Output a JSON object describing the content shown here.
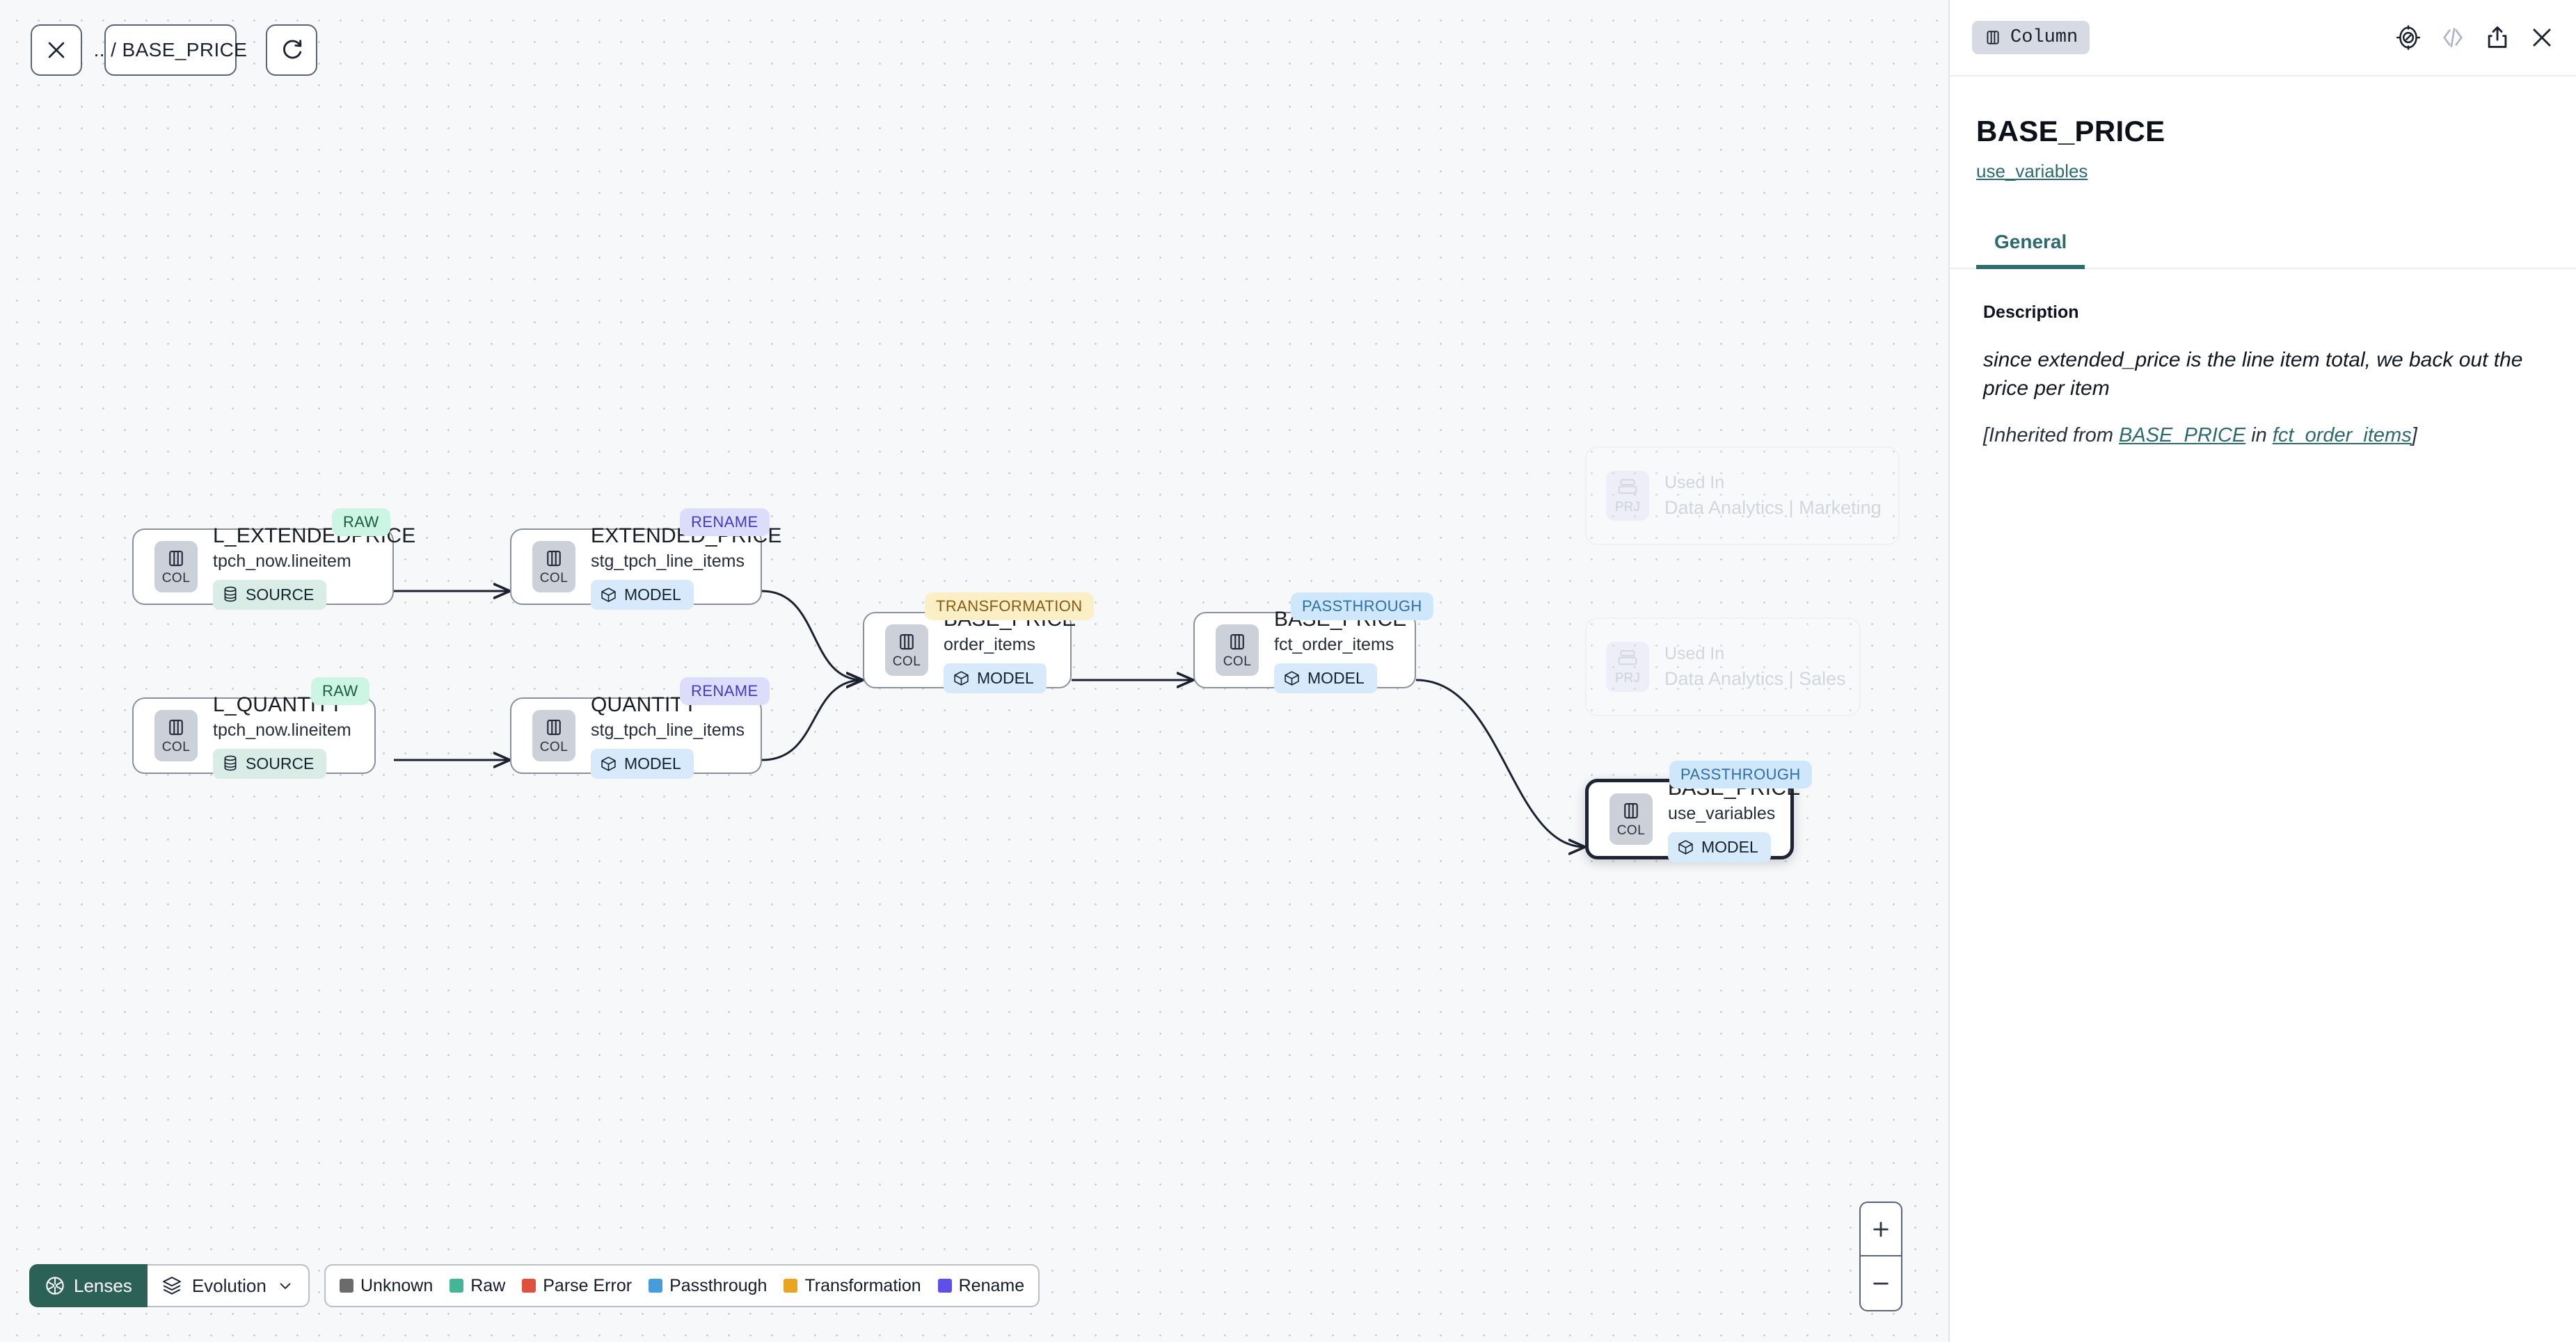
{
  "toolbar": {
    "close_icon": "close-icon",
    "breadcrumb": ".. / BASE_PRICE",
    "refresh_icon": "refresh-icon"
  },
  "canvas": {
    "nodes": [
      {
        "badge": "RAW",
        "badge_type": "raw",
        "icon_label": "COL",
        "title": "L_EXTENDEDPRICE",
        "subtitle": "tpch_now.lineitem",
        "chip": "SOURCE",
        "chip_type": "source"
      },
      {
        "badge": "RAW",
        "badge_type": "raw",
        "icon_label": "COL",
        "title": "L_QUANTITY",
        "subtitle": "tpch_now.lineitem",
        "chip": "SOURCE",
        "chip_type": "source"
      },
      {
        "badge": "RENAME",
        "badge_type": "rename",
        "icon_label": "COL",
        "title": "EXTENDED_PRICE",
        "subtitle": "stg_tpch_line_items",
        "chip": "MODEL",
        "chip_type": "model"
      },
      {
        "badge": "RENAME",
        "badge_type": "rename",
        "icon_label": "COL",
        "title": "QUANTITY",
        "subtitle": "stg_tpch_line_items",
        "chip": "MODEL",
        "chip_type": "model"
      },
      {
        "badge": "TRANSFORMATION",
        "badge_type": "transformation",
        "icon_label": "COL",
        "title": "BASE_PRICE",
        "subtitle": "order_items",
        "chip": "MODEL",
        "chip_type": "model"
      },
      {
        "badge": "PASSTHROUGH",
        "badge_type": "passthrough",
        "icon_label": "COL",
        "title": "BASE_PRICE",
        "subtitle": "fct_order_items",
        "chip": "MODEL",
        "chip_type": "model"
      },
      {
        "badge": "PASSTHROUGH",
        "badge_type": "passthrough",
        "icon_label": "COL",
        "title": "BASE_PRICE",
        "subtitle": "use_variables",
        "chip": "MODEL",
        "chip_type": "model",
        "selected": true
      }
    ],
    "ghost_nodes": [
      {
        "icon_label": "PRJ",
        "top": "Used In",
        "main": "Data Analytics | Marketing"
      },
      {
        "icon_label": "PRJ",
        "top": "Used In",
        "main": "Data Analytics | Sales"
      }
    ]
  },
  "bottom_bar": {
    "lenses_label": "Lenses",
    "lenses_icon": "aperture-icon",
    "evolution_label": "Evolution",
    "evolution_icon": "layers-icon",
    "chevron_icon": "chevron-down-icon",
    "legend": [
      {
        "label": "Unknown",
        "color": "#6b6b6b"
      },
      {
        "label": "Raw",
        "color": "#44b596"
      },
      {
        "label": "Parse Error",
        "color": "#e0503f"
      },
      {
        "label": "Passthrough",
        "color": "#479ddc"
      },
      {
        "label": "Transformation",
        "color": "#eaa41e"
      },
      {
        "label": "Rename",
        "color": "#5e4eea"
      }
    ]
  },
  "zoom_controls": {
    "zoom_in": "+",
    "zoom_out": "−"
  },
  "panel": {
    "type_badge": "Column",
    "type_badge_icon": "column-icon",
    "actions": [
      "compass-icon",
      "code-icon",
      "share-icon",
      "close-icon"
    ],
    "title": "BASE_PRICE",
    "subtitle_link": "use_variables",
    "tabs": [
      {
        "label": "General",
        "active": true
      }
    ],
    "description_label": "Description",
    "description_text": "since extended_price is the line item total, we back out the price per item",
    "inherited_prefix": "[Inherited from ",
    "inherited_link_1": "BASE_PRICE",
    "inherited_middle": " in ",
    "inherited_link_2": "fct_order_items",
    "inherited_suffix": "]"
  },
  "colors": {
    "accent_teal": "#2d6a6e",
    "lenses_bg": "#2c6157",
    "canvas_bg": "#f7f8fa",
    "selected_border": "#1e2433"
  }
}
